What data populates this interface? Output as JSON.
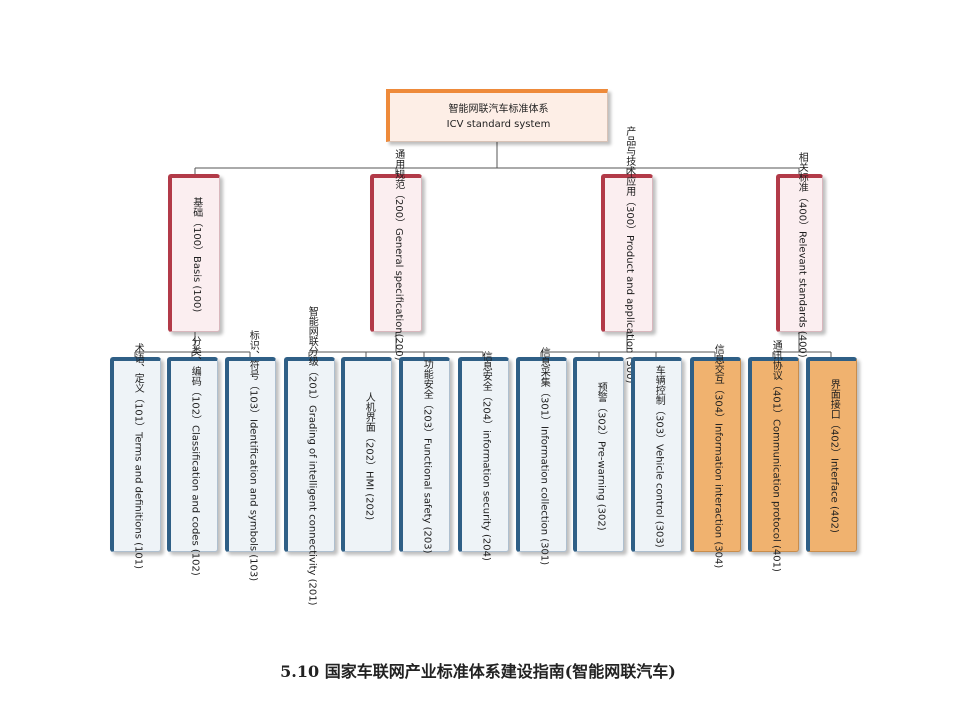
{
  "root": {
    "zh": "智能网联汽车标准体系",
    "en": "ICV standard system"
  },
  "categories": [
    {
      "zh": "基础（100）",
      "en": "Basis (100)"
    },
    {
      "zh": "通用规范（200）",
      "en": "General specification(200)"
    },
    {
      "zh": "产品与技术应用（300）",
      "en": "Product and application (300)"
    },
    {
      "zh": "相关标准（400）",
      "en": "Relevant standards (400)"
    }
  ],
  "leaves": [
    {
      "zh": "术语、定义（101）",
      "en": "Terms and definitions (101)",
      "highlight": false
    },
    {
      "zh": "分类、编码（102）",
      "en": "Classification and codes (102)",
      "highlight": false
    },
    {
      "zh": "标识、符号（103）",
      "en": "Identification and symbols (103)",
      "highlight": false
    },
    {
      "zh": "智能网联分级（201）",
      "en": "Grading of intelligent connectivity (201)",
      "highlight": false
    },
    {
      "zh": "人机界面（202）",
      "en": "HMI (202)",
      "highlight": false
    },
    {
      "zh": "功能安全（203）",
      "en": "Functional safety (203)",
      "highlight": false
    },
    {
      "zh": "信息安全（204）",
      "en": "information security (204)",
      "highlight": false
    },
    {
      "zh": "信息采集（301）",
      "en": "Information collection (301)",
      "highlight": false
    },
    {
      "zh": "预警（302）",
      "en": "Pre-warning (302)",
      "highlight": false
    },
    {
      "zh": "车辆控制（303）",
      "en": "Vehicle control (303)",
      "highlight": false
    },
    {
      "zh": "信息交互（304）",
      "en": "Information interaction (304)",
      "highlight": true
    },
    {
      "zh": "通讯协议（401）",
      "en": "Communication protocol (401)",
      "highlight": true
    },
    {
      "zh": "界面接口（402）",
      "en": "Interface (402)",
      "highlight": true
    }
  ],
  "caption": "5.10 国家车联网产业标准体系建设指南(智能网联汽车)",
  "colors": {
    "root_accent": "#ee8a3a",
    "category_accent": "#b23a48",
    "leaf_accent": "#2f5f86",
    "highlight_fill": "#f0b26f"
  }
}
